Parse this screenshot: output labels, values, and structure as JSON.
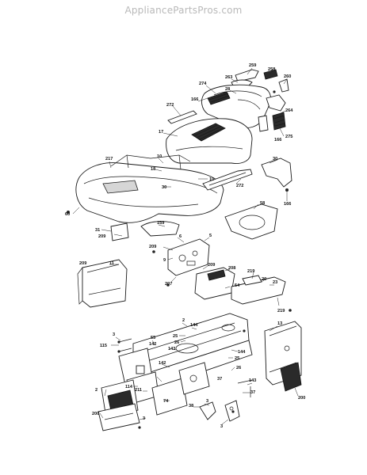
{
  "watermark": "AppliancePartsPros.com",
  "callouts": [
    {
      "id": "c1",
      "text": "259"
    },
    {
      "id": "c2",
      "text": "258"
    },
    {
      "id": "c3",
      "text": "260"
    },
    {
      "id": "c4",
      "text": "263"
    },
    {
      "id": "c5",
      "text": "274"
    },
    {
      "id": "c6",
      "text": "166"
    },
    {
      "id": "c7",
      "text": "28"
    },
    {
      "id": "c8",
      "text": "264"
    },
    {
      "id": "c9",
      "text": "272"
    },
    {
      "id": "c10",
      "text": "17"
    },
    {
      "id": "c11",
      "text": "166"
    },
    {
      "id": "c12",
      "text": "275"
    },
    {
      "id": "c13",
      "text": "217"
    },
    {
      "id": "c14",
      "text": "10"
    },
    {
      "id": "c15",
      "text": "18"
    },
    {
      "id": "c16",
      "text": "30"
    },
    {
      "id": "c17",
      "text": "10"
    },
    {
      "id": "c18",
      "text": "272"
    },
    {
      "id": "c19",
      "text": "30"
    },
    {
      "id": "c20",
      "text": "166"
    },
    {
      "id": "c21",
      "text": "60"
    },
    {
      "id": "c22",
      "text": "58"
    },
    {
      "id": "c23",
      "text": "159"
    },
    {
      "id": "c24",
      "text": "31"
    },
    {
      "id": "c25",
      "text": "209"
    },
    {
      "id": "c26",
      "text": "6"
    },
    {
      "id": "c27",
      "text": "209"
    },
    {
      "id": "c28",
      "text": "5"
    },
    {
      "id": "c29",
      "text": "209"
    },
    {
      "id": "c30",
      "text": "11"
    },
    {
      "id": "c31",
      "text": "9"
    },
    {
      "id": "c32",
      "text": "209"
    },
    {
      "id": "c33",
      "text": "208"
    },
    {
      "id": "c34",
      "text": "207"
    },
    {
      "id": "c35",
      "text": "54"
    },
    {
      "id": "c36",
      "text": "219"
    },
    {
      "id": "c37",
      "text": "20"
    },
    {
      "id": "c38",
      "text": "23"
    },
    {
      "id": "c39",
      "text": "219"
    },
    {
      "id": "c40",
      "text": "2"
    },
    {
      "id": "c41",
      "text": "144"
    },
    {
      "id": "c42",
      "text": "25"
    },
    {
      "id": "c43",
      "text": "26"
    },
    {
      "id": "c44",
      "text": "13"
    },
    {
      "id": "c45",
      "text": "3"
    },
    {
      "id": "c46",
      "text": "115"
    },
    {
      "id": "c47",
      "text": "55"
    },
    {
      "id": "c48",
      "text": "142"
    },
    {
      "id": "c49",
      "text": "143"
    },
    {
      "id": "c50",
      "text": "144"
    },
    {
      "id": "c51",
      "text": "25"
    },
    {
      "id": "c52",
      "text": "26"
    },
    {
      "id": "c53",
      "text": "142"
    },
    {
      "id": "c54",
      "text": "37"
    },
    {
      "id": "c55",
      "text": "143"
    },
    {
      "id": "c56",
      "text": "37"
    },
    {
      "id": "c57",
      "text": "211"
    },
    {
      "id": "c58",
      "text": "114"
    },
    {
      "id": "c59",
      "text": "74"
    },
    {
      "id": "c60",
      "text": "2"
    },
    {
      "id": "c61",
      "text": "200"
    },
    {
      "id": "c62",
      "text": "200"
    },
    {
      "id": "c63",
      "text": "3"
    },
    {
      "id": "c64",
      "text": "38"
    },
    {
      "id": "c65",
      "text": "3"
    },
    {
      "id": "c66",
      "text": "3"
    }
  ]
}
